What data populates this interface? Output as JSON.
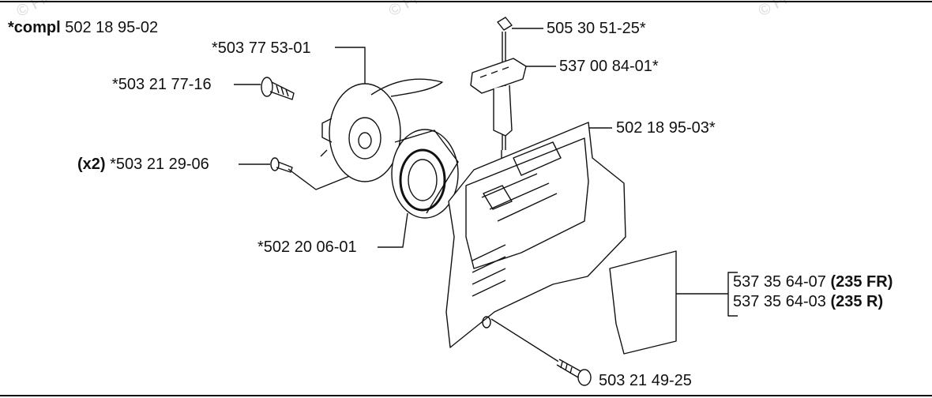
{
  "watermark": {
    "text": "© Fin",
    "text2": "© Fi",
    "text3": "© Fi"
  },
  "compl": {
    "prefix": "*compl",
    "number": "502 18 95-02"
  },
  "parts": {
    "p1": "*503 77 53-01",
    "p2": "*503 21 77-16",
    "p3_qty": "(x2)",
    "p3": "*503 21 29-06",
    "p4": "*502 20 06-01",
    "p5": "505 30 51-25*",
    "p6": "537 00 84-01*",
    "p7": "502 18 95-03*",
    "p8a": "537 35 64-07",
    "p8a_model": "(235 FR)",
    "p8b": "537 35 64-03",
    "p8b_model": "(235 R)",
    "p9": "503 21 49-25"
  }
}
